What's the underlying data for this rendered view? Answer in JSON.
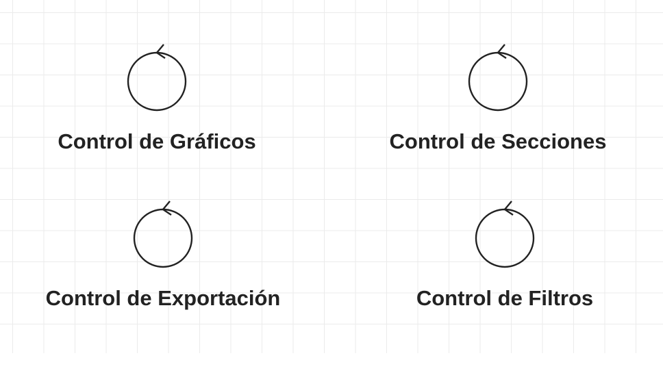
{
  "diagram": {
    "background_color": "#ffffff",
    "grid_color": "#ebebeb",
    "stroke_color": "#222222",
    "nodes": [
      {
        "id": "graficos",
        "type": "control",
        "icon": "control-circle-icon",
        "label": "Control de Gráficos"
      },
      {
        "id": "secciones",
        "type": "control",
        "icon": "control-circle-icon",
        "label": "Control de Secciones"
      },
      {
        "id": "exportacion",
        "type": "control",
        "icon": "control-circle-icon",
        "label": "Control de Exportación"
      },
      {
        "id": "filtros",
        "type": "control",
        "icon": "control-circle-icon",
        "label": "Control de Filtros"
      }
    ]
  }
}
